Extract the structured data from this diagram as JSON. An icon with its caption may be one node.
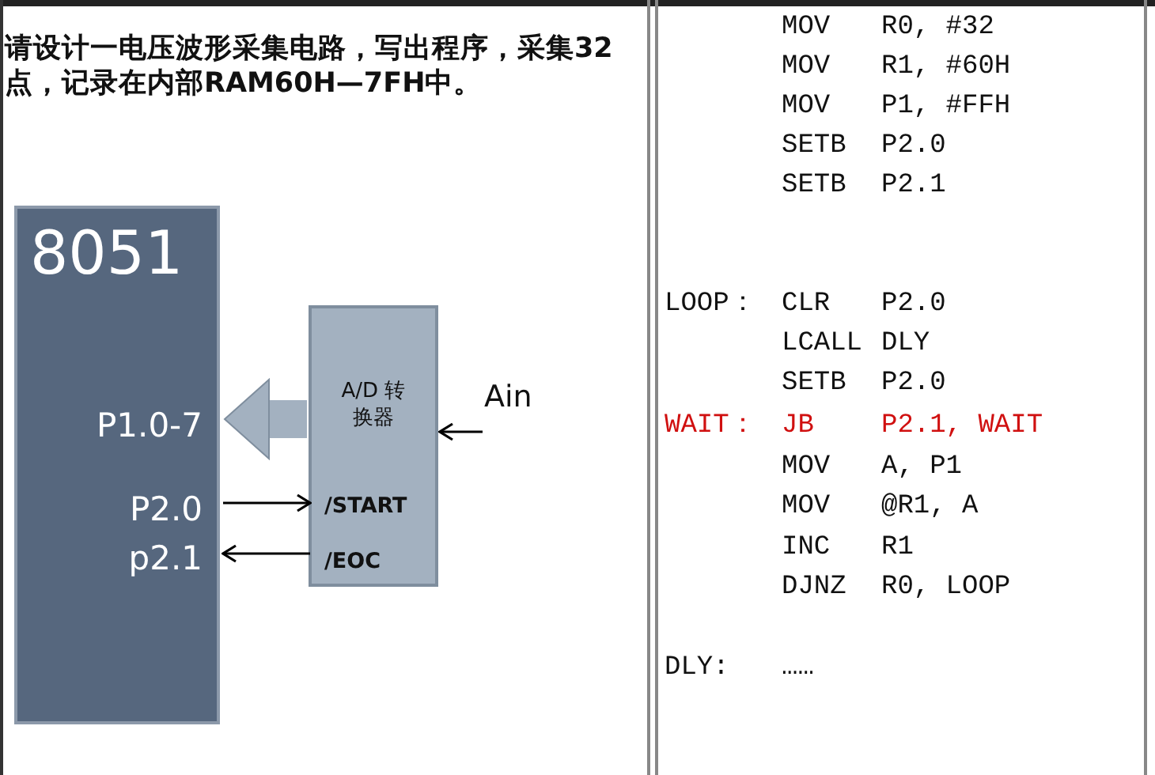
{
  "diagram": {
    "title": "请设计一电压波形采集电路，写出程序，采集32点，记录在内部RAM60H—7FH中。",
    "nodes": [
      {
        "text": [
          "8051"
        ]
      },
      {
        "text": [
          "P1.0-7"
        ],
        "in": 0
      },
      {
        "text": [
          "P2.0"
        ],
        "in": 0
      },
      {
        "text": [
          "p2.1"
        ],
        "in": 0
      },
      {
        "text": [
          "A/D 转换器"
        ]
      },
      {
        "text": [
          "/START"
        ],
        "in": 4
      },
      {
        "text": [
          "/EOC"
        ],
        "in": 4
      },
      {
        "text": [
          "Ain"
        ]
      }
    ],
    "edges": [
      {
        "from": 4,
        "to": 1,
        "arrow": "to",
        "style": "thick",
        "color": "#a3b1c0"
      },
      {
        "from": 2,
        "to": 5,
        "arrow": "to"
      },
      {
        "from": 6,
        "to": 3,
        "arrow": "to"
      },
      {
        "from": 7,
        "to": 4,
        "arrow": "to"
      }
    ],
    "labels": [
      "MOV",
      "R0, #32",
      "MOV",
      "R1, #60H",
      "MOV",
      "P1, #FFH",
      "SETB",
      "P2.0",
      "SETB",
      "P2.1",
      "LOOP：",
      "CLR",
      "P2.0",
      "LCALL",
      "DLY",
      "SETB",
      "P2.0",
      "WAIT：",
      "JB",
      "P2.1, WAIT",
      "MOV",
      "A, P1",
      "MOV",
      "@R1, A",
      "INC",
      "R1",
      "DJNZ",
      "R0, LOOP",
      "DLY:",
      "……"
    ]
  }
}
